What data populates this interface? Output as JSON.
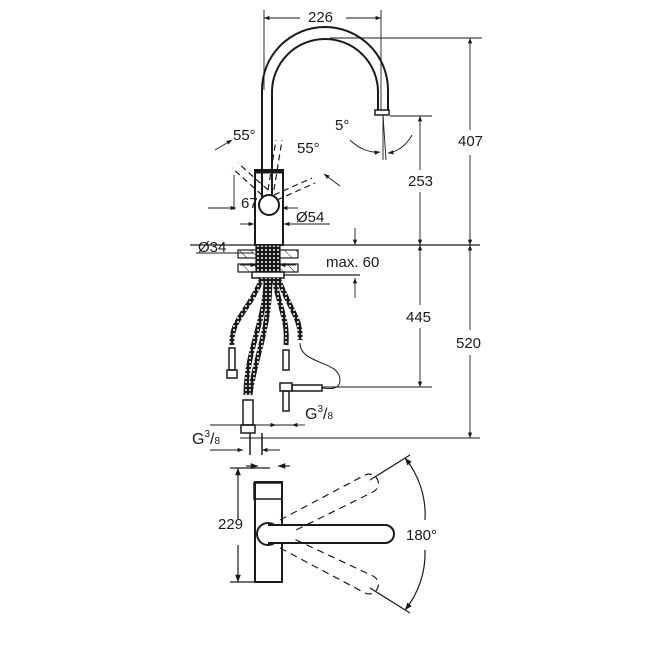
{
  "drawing": {
    "title": "Kitchen faucet dimensional drawing",
    "line_color": "#1a1a1a",
    "background": "#ffffff",
    "dimensions": {
      "spout_reach": "226",
      "total_height": "407",
      "spout_outlet_height": "253",
      "spout_tilt_angle": "5°",
      "handle_angle_left": "55°",
      "handle_angle_right": "55°",
      "handle_offset": "67",
      "body_diameter": "Ø54",
      "mounting_hole_diameter": "Ø34",
      "max_deck_thickness": "max. 60",
      "hose_length_to_valve": "445",
      "total_below_deck": "520",
      "connection_thread_1": {
        "base": "G",
        "num": "3",
        "den": "8"
      },
      "connection_thread_2": {
        "base": "G",
        "num": "3",
        "den": "8"
      },
      "top_view_depth": "229",
      "swivel_angle": "180°"
    }
  }
}
